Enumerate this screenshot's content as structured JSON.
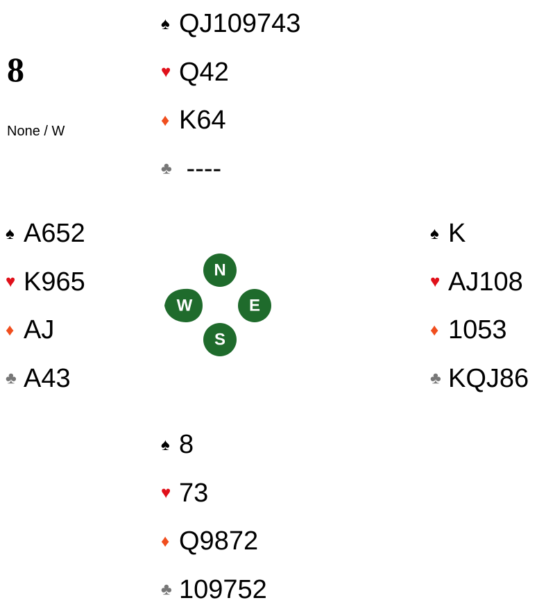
{
  "board": {
    "number": "8",
    "vulnerability": "None / W"
  },
  "suit_symbols": {
    "spades": "♠",
    "hearts": "♥",
    "diamonds": "♦",
    "clubs": "♣"
  },
  "colors": {
    "hearts": "#e0101a",
    "diamonds": "#f04e1e",
    "clubs": "#777777",
    "spades": "#000000",
    "compass": "#1f6b2c"
  },
  "hands": {
    "north": {
      "spades": "QJ109743",
      "hearts": "Q42",
      "diamonds": "K64",
      "clubs": " ----"
    },
    "west": {
      "spades": "A652",
      "hearts": "K965",
      "diamonds": "AJ",
      "clubs": "A43"
    },
    "east": {
      "spades": "K",
      "hearts": "AJ108",
      "diamonds": "1053",
      "clubs": "KQJ86"
    },
    "south": {
      "spades": "8",
      "hearts": "73",
      "diamonds": "Q9872",
      "clubs": "109752"
    }
  },
  "compass": {
    "north": "N",
    "east": "E",
    "south": "S",
    "west": "W"
  }
}
